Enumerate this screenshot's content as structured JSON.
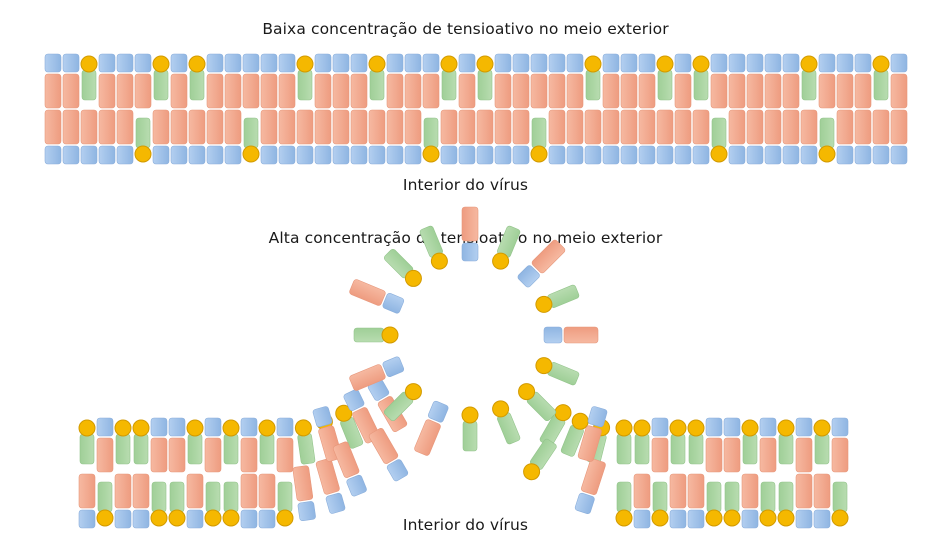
{
  "labels": {
    "top_title": "Baixa concentração de tensioativo no meio exterior",
    "top_interior": "Interior do vírus",
    "bottom_title": "Alta concentração de tensioativo no meio exterior",
    "bottom_interior": "Interior do vírus"
  },
  "colors": {
    "lipid_head": "#9dbfe6",
    "lipid_tail": "#f2a98e",
    "surfactant_tail": "#a8d3a0",
    "surfactant_head": "#f5b800"
  },
  "legend_semantics": {
    "B": "lipid (blue head, orange tail)",
    "S": "surfactant (green tail, yellow circular head)"
  },
  "intact_membrane": {
    "outer_leaflet": "BBSBBBSBSBBBBBSBBBSBBBSBSBBBBBSBBBSBSBBBBBSBBBSB",
    "inner_leaflet": "BBBBBSBBBBBSBBBBBBBBBSBBBBBSBBBBBBBBBSBBBBBSBBBB"
  },
  "left_fragment": {
    "outer_leaflet": "SBSSBBSBSBSB",
    "inner_leaflet": "BSBBSSBSSBBS"
  },
  "right_fragment": {
    "outer_leaflet": "SSBSSBBSBSBSB",
    "inner_leaflet": "SBSBBSSBSSBBS"
  },
  "micelle": {
    "molecules": "BSBSBSSSSBSBSBSS"
  }
}
